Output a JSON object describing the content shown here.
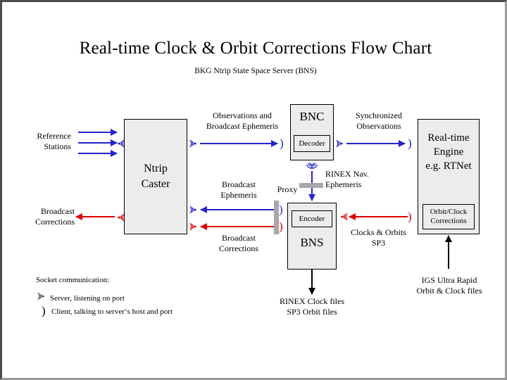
{
  "page": {
    "title": "Real-time Clock & Orbit Corrections Flow Chart",
    "subtitle": "BKG Ntrip State Space Server  (BNS)"
  },
  "colors": {
    "blue": "#2323c8",
    "red": "#e00000",
    "black": "#000000",
    "box_fill": "#ececec",
    "proxy_gray": "#a8a8a8",
    "frame": "#4d4d4d"
  },
  "boxes": {
    "ntrip_caster": {
      "title": "Ntrip\nCaster"
    },
    "bnc": {
      "title": "BNC",
      "inner": "Decoder"
    },
    "bns": {
      "title": "BNS",
      "inner": "Encoder"
    },
    "rt_engine": {
      "title": "Real-time\nEngine\ne.g. RTNet",
      "inner": "Orbit/Clock\nCorrections"
    }
  },
  "labels": {
    "reference_stations": "Reference\nStations",
    "broadcast_corrections_left": "Broadcast\nCorrections",
    "observations_and_broadcast_ephemeris": "Observations and\nBroadcast Ephemeris",
    "synchronized_observations": "Synchronized\nObservations",
    "broadcast_ephemeris": "Broadcast\nEphemeris",
    "broadcast_corrections_mid": "Broadcast\nCorrections",
    "proxy": "Proxy",
    "rinex_nav_ephemeris": "RINEX Nav.\nEphemeris",
    "clocks_and_orbits_sp3": "Clocks & Orbits\nSP3",
    "rinex_clock_sp3_files": "RINEX Clock files\nSP3 Orbit files",
    "igs_ultra_rapid": "IGS Ultra Rapid\nOrbit & Clock files"
  },
  "legend": {
    "heading": "Socket communication:",
    "server": "Server,  listening on port",
    "client": "Client,  talking to server‘s host and port",
    "server_icon": "socket-server-icon",
    "client_icon": "socket-client-icon"
  },
  "icons": {
    "server": "socket-server-icon",
    "client": "socket-client-icon",
    "client_glyph": ")"
  }
}
